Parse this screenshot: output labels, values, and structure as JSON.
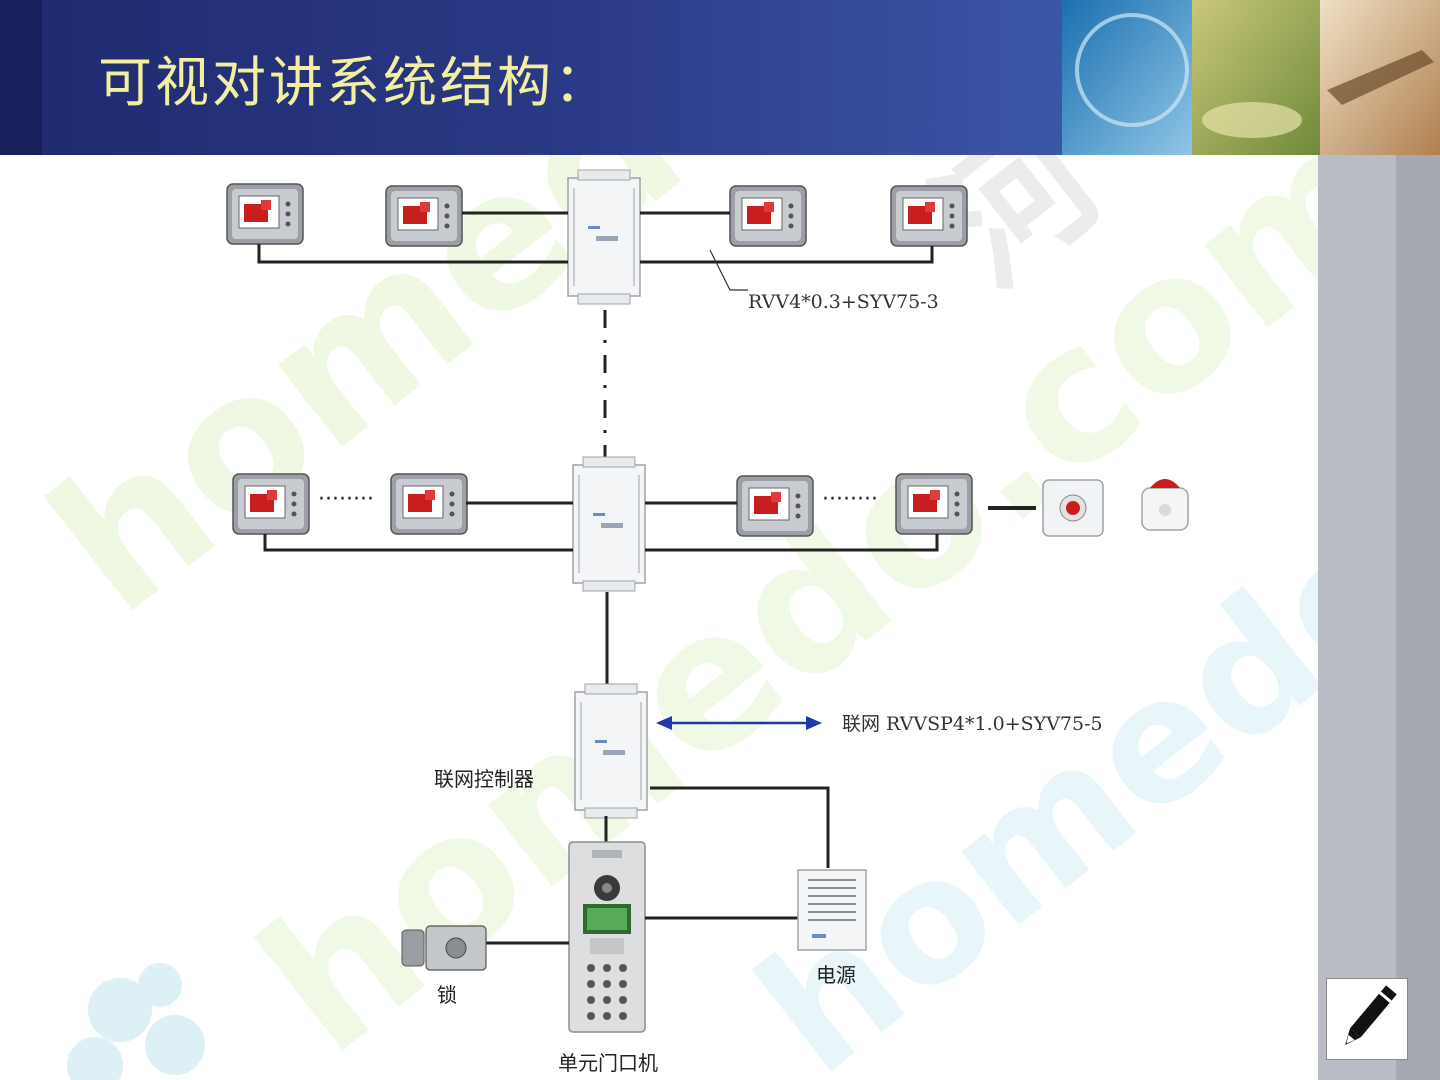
{
  "slide": {
    "title": "可视对讲系统结构："
  },
  "diagram": {
    "cable_floor": "RVV4*0.3+SYV75-3",
    "network_cable": "联网  RVVSP4*1.0+SYV75-5",
    "network_controller_label": "联网控制器",
    "lock_label": "锁",
    "power_label": "电源",
    "door_station_label": "单元门口机",
    "dots_left": "········",
    "dots_right": "········"
  },
  "watermark": {
    "text": "homedo.com",
    "cn_text": "河"
  },
  "colors": {
    "header_dark": "#1f2a6e",
    "title_yellow": "#f3efa0",
    "arrow_blue": "#1e3aa8",
    "monitor_red": "#c81e1e",
    "watermark_green": "#eaf6d8",
    "watermark_cyan": "#dcf2f8"
  },
  "icons": {
    "edit": "pencil-icon"
  }
}
